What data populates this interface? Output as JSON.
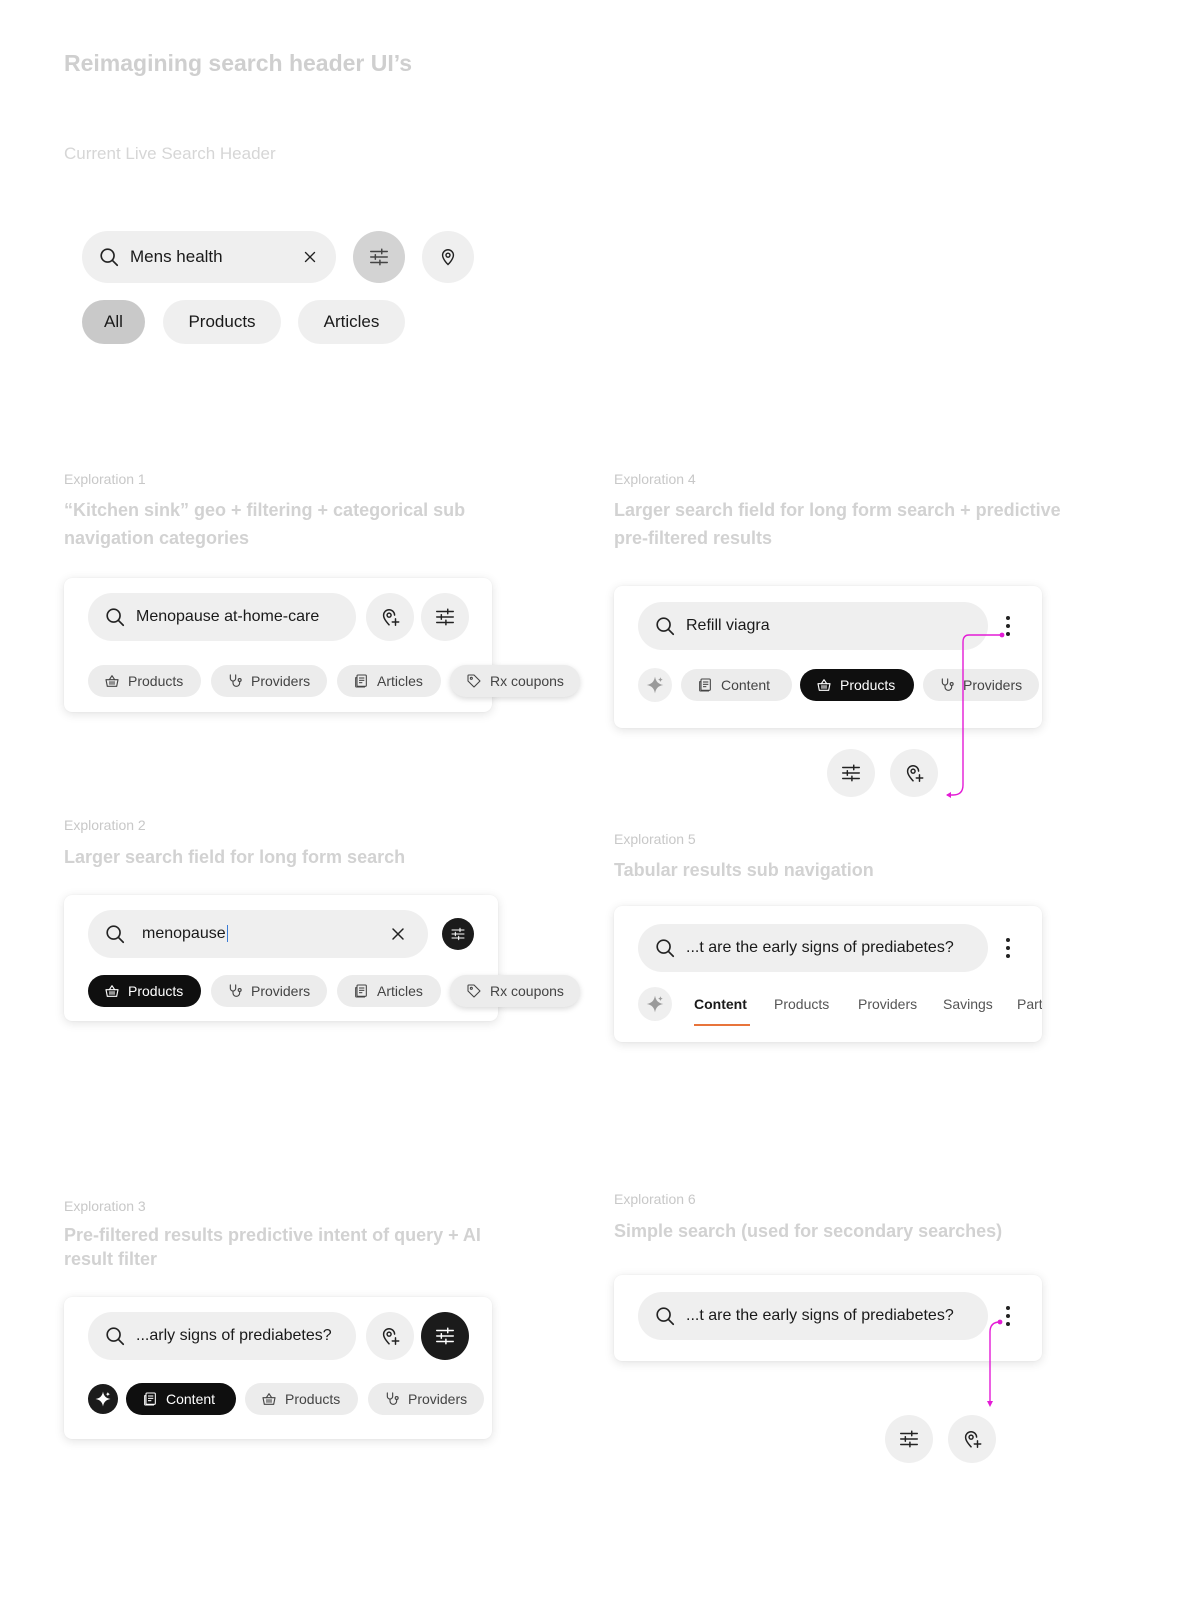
{
  "page": {
    "title": "Reimagining search header UI’s",
    "current_caption": "Current Live Search Header"
  },
  "current": {
    "search_value": "Mens health",
    "chips": [
      "All",
      "Products",
      "Articles"
    ]
  },
  "exp1": {
    "label": "Exploration 1",
    "desc_line1": "“Kitchen sink” geo + filtering + categorical sub",
    "desc_line2": "navigation categories",
    "search_value": "Menopause at-home-care",
    "chips": [
      "Products",
      "Providers",
      "Articles",
      "Rx coupons"
    ]
  },
  "exp2": {
    "label": "Exploration 2",
    "desc": "Larger search field for long form search",
    "search_value": "menopause",
    "chips": [
      "Products",
      "Providers",
      "Articles",
      "Rx coupons"
    ]
  },
  "exp3": {
    "label": "Exploration 3",
    "desc_line1": "Pre-filtered results predictive intent of query + AI",
    "desc_line2": "result filter",
    "search_value": "...arly signs of prediabetes?",
    "chips": [
      "Content",
      "Products",
      "Providers"
    ]
  },
  "exp4": {
    "label": "Exploration 4",
    "desc_line1": "Larger search field for long form search + predictive",
    "desc_line2": "pre-filtered results",
    "search_value": "Refill viagra",
    "chips": [
      "Content",
      "Products",
      "Providers"
    ]
  },
  "exp5": {
    "label": "Exploration 5",
    "desc": "Tabular results sub navigation",
    "search_value": "...t are the early signs of prediabetes?",
    "tabs": [
      "Content",
      "Products",
      "Providers",
      "Savings",
      "Part"
    ]
  },
  "exp6": {
    "label": "Exploration 6",
    "desc": "Simple search (used for secondary searches)",
    "search_value": "...t are the early signs of prediabetes?"
  },
  "colors": {
    "accent_underline": "#e8743b",
    "flow_arrow": "#e41bd6",
    "chip_dark": "#0f0f0f"
  }
}
